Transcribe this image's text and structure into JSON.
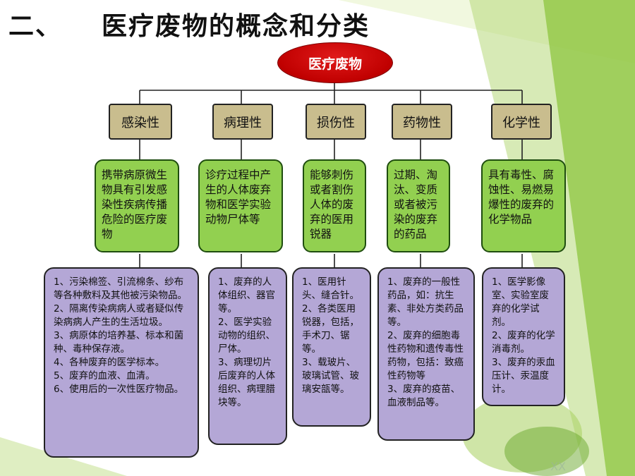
{
  "slide": {
    "title_number": "二、",
    "title_text": "医疗废物的概念和分类"
  },
  "root": {
    "label": "医疗废物"
  },
  "categories": [
    {
      "label": "感染性",
      "definition": "携带病原微生物具有引发感染性疾病传播危险的医疗废物",
      "examples": [
        "1、污染棉签、引流棉条、纱布等各种敷料及其他被污染物品。",
        "2、隔离传染病病人或者疑似传染病病人产生的生活垃圾。",
        "3、病原体的培养基、标本和菌种、毒种保存液。",
        "4、各种废弃的医学标本。",
        "5、废弃的血液、血清。",
        "6、使用后的一次性医疗物品。"
      ]
    },
    {
      "label": "病理性",
      "definition": "诊疗过程中产生的人体废弃物和医学实验动物尸体等",
      "examples": [
        "1、废弃的人体组织、器官等。",
        "2、医学实验动物的组织、尸体。",
        "3、病理切片后废弃的人体组织、病理腊块等。"
      ]
    },
    {
      "label": "损伤性",
      "definition": "能够刺伤或者割伤人体的废弃的医用锐器",
      "examples": [
        "1、医用针头、缝合针。",
        "2、各类医用锐器，包括，手术刀、锯等。",
        "3、载玻片、玻璃试管、玻璃安瓿等。"
      ]
    },
    {
      "label": "药物性",
      "definition": "过期、淘汰、变质或者被污染的废弃的药品",
      "examples": [
        "1、废弃的一般性药品，如：抗生素、非处方类药品等。",
        "2、废弃的细胞毒性药物和遗传毒性药物，包括：致癌性药物等",
        " 3、废弃的疫苗、血液制品等。"
      ]
    },
    {
      "label": "化学性",
      "definition": "具有毒性、腐蚀性、易燃易爆性的废弃的化学物品",
      "examples": [
        " 1、医学影像室、实验室废弃的化学试剂。",
        "2、废弃的化学消毒剂。",
        "3、废弃的汞血压计、汞温度计。"
      ]
    }
  ],
  "watermark": "XX",
  "colors": {
    "root_fill": "#c00000",
    "category_fill": "#c9bd8e",
    "definition_fill": "#92d050",
    "example_fill": "#b4a7d6",
    "background_accent": "#8dc63f"
  }
}
